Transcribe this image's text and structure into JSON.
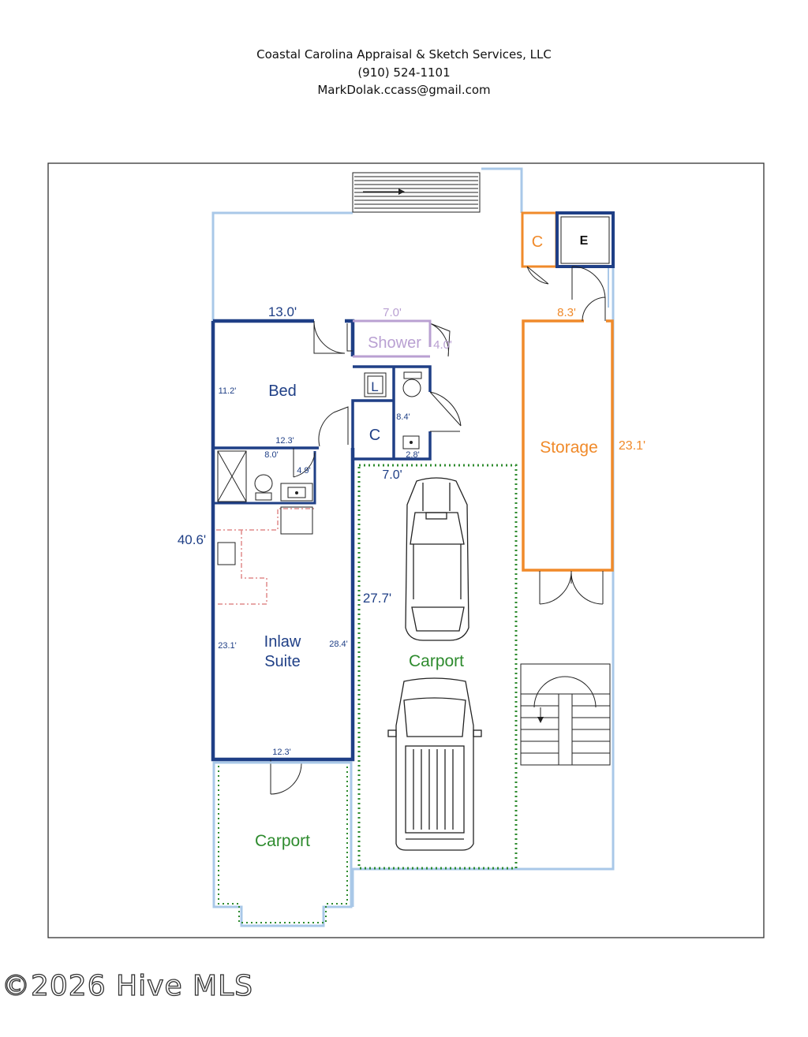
{
  "header": {
    "company": "Coastal Carolina Appraisal & Sketch Services, LLC",
    "phone": "(910) 524-1101",
    "email": "MarkDolak.ccass@gmail.com"
  },
  "plan": {
    "rooms": {
      "bed": "Bed",
      "shower": "Shower",
      "closet_bath": "C",
      "closet_top": "C",
      "equipment": "E",
      "storage": "Storage",
      "inlaw_line1": "Inlaw",
      "inlaw_line2": "Suite",
      "carport_main": "Carport",
      "carport_front": "Carport",
      "lav_symbol": "L"
    },
    "dimensions": {
      "bed_top": "13.0'",
      "shower_top": "7.0'",
      "shower_side": "4.0'",
      "bed_side": "11.2'",
      "bath_side": "8.4'",
      "bed_bottom": "12.3'",
      "bath_bottom": "2.8'",
      "suite_bath_top": "8.0'",
      "suite_bath_side": "4.9'",
      "bath_block_bottom": "7.0'",
      "overall_left": "40.6'",
      "carport_side": "27.7'",
      "suite_left": "23.1'",
      "suite_right": "28.4'",
      "suite_bottom": "12.3'",
      "storage_top": "8.3'",
      "storage_right": "23.1'"
    },
    "colors": {
      "wall": "#1f3f86",
      "outline": "#a9c8e8",
      "storage": "#f08a2a",
      "carport": "#2e8b2e",
      "shower": "#b9a0d2",
      "kitchen": "#e08a8a",
      "frame": "#333333"
    }
  },
  "watermark": "©2026 Hive MLS"
}
